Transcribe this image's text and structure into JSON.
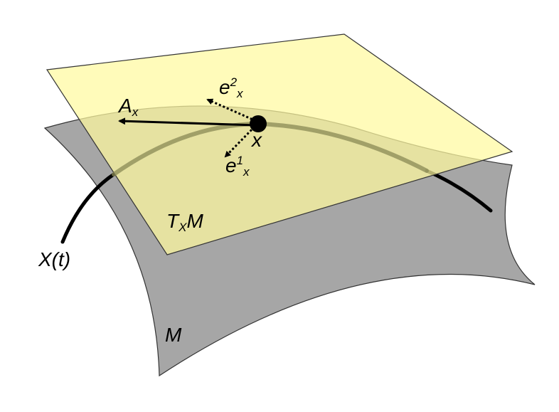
{
  "labels": {
    "vector_a": {
      "main": "A",
      "sub": "x"
    },
    "basis_e2": {
      "main": "e",
      "sup": "2",
      "sub": "x"
    },
    "basis_e1": {
      "main": "e",
      "sup": "1",
      "sub": "x"
    },
    "point": "x",
    "tangent_plane": {
      "main": "T",
      "sub": "X",
      "tail": "M"
    },
    "curve": "X(t)",
    "manifold": "M"
  },
  "colors": {
    "manifold_fill": "#a6a6a6",
    "tangent_plane_fill": "#fffaa0",
    "outline": "#333333",
    "ink": "#000000"
  }
}
